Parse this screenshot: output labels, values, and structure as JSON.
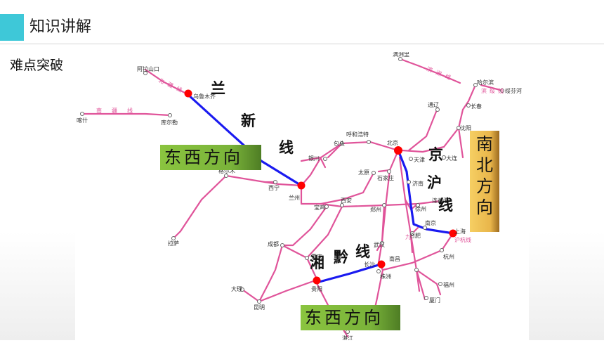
{
  "header": {
    "title": "知识讲解"
  },
  "subtitle": "难点突破",
  "direction_labels": {
    "ew_top": "东西方向",
    "ns": [
      "南",
      "北",
      "方",
      "向"
    ],
    "ew_bottom": "东西方向"
  },
  "line_labels": {
    "lanxin": [
      "兰",
      "新",
      "线"
    ],
    "jinghu": [
      "京",
      "沪",
      "线"
    ],
    "xiangqian": [
      "湘",
      "黔",
      "线"
    ]
  },
  "cities": {
    "manzhouli": "满洲里",
    "alashankou": "阿拉山口",
    "urumqi": "乌鲁木齐",
    "kashi": "喀什",
    "korla": "库尔勒",
    "harbin": "哈尔滨",
    "suifenhe": "绥芬河",
    "changchun": "长春",
    "tongliao": "通辽",
    "shenyang": "沈阳",
    "dalian": "大连",
    "hohhot": "呼和浩特",
    "baotou": "包头",
    "beijing": "北京",
    "tianjin": "天津",
    "yinchuan": "银川",
    "taiyuan": "太原",
    "shijiazhuang": "石家庄",
    "jinan": "济南",
    "golmud": "格尔木",
    "xining": "西宁",
    "lanzhou": "兰州",
    "baoji": "宝鸡",
    "xian": "西安",
    "zhengzhou": "郑州",
    "lianyungang": "连云港",
    "xuzhou": "徐州",
    "nanjing": "南京",
    "shanghai": "上海",
    "hefei": "合肥",
    "hangzhou": "杭州",
    "lhasa": "拉萨",
    "chengdu": "成都",
    "chongqing": "重庆",
    "wuhan": "武汉",
    "nanchang": "南昌",
    "changsha": "长沙",
    "zhuzhou": "株洲",
    "guiyang": "贵阳",
    "dali": "大理",
    "kunming": "昆明",
    "fuzhou": "福州",
    "xiamen": "厦门",
    "zhanjiang": "湛江"
  },
  "rail_names": {
    "binzhou": "滨洲线",
    "bingsui": "滨绥线",
    "nanjiang": "南疆线",
    "beijiang": "北疆线",
    "jinghu_short": "沪杭线",
    "jiuxi": "九"
  },
  "colors": {
    "rail": "#e0549a",
    "highlight": "#1a1af0",
    "station": "#ff0000",
    "accent": "#3ec8d8"
  }
}
